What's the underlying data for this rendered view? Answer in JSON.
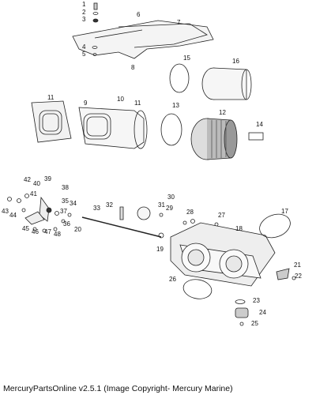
{
  "footer": {
    "text": "MercuryPartsOnline v2.5.1 (Image Copyright- Mercury Marine)"
  },
  "callouts": [
    "1",
    "2",
    "3",
    "4",
    "5",
    "6",
    "7",
    "8",
    "9",
    "10",
    "11",
    "11",
    "12",
    "13",
    "14",
    "15",
    "16",
    "17",
    "18",
    "19",
    "20",
    "21",
    "22",
    "23",
    "24",
    "25",
    "26",
    "27",
    "28",
    "29",
    "30",
    "31",
    "32",
    "33",
    "34",
    "35",
    "36",
    "37",
    "38",
    "39",
    "40",
    "41",
    "42",
    "43",
    "44",
    "45",
    "46",
    "47",
    "48"
  ]
}
